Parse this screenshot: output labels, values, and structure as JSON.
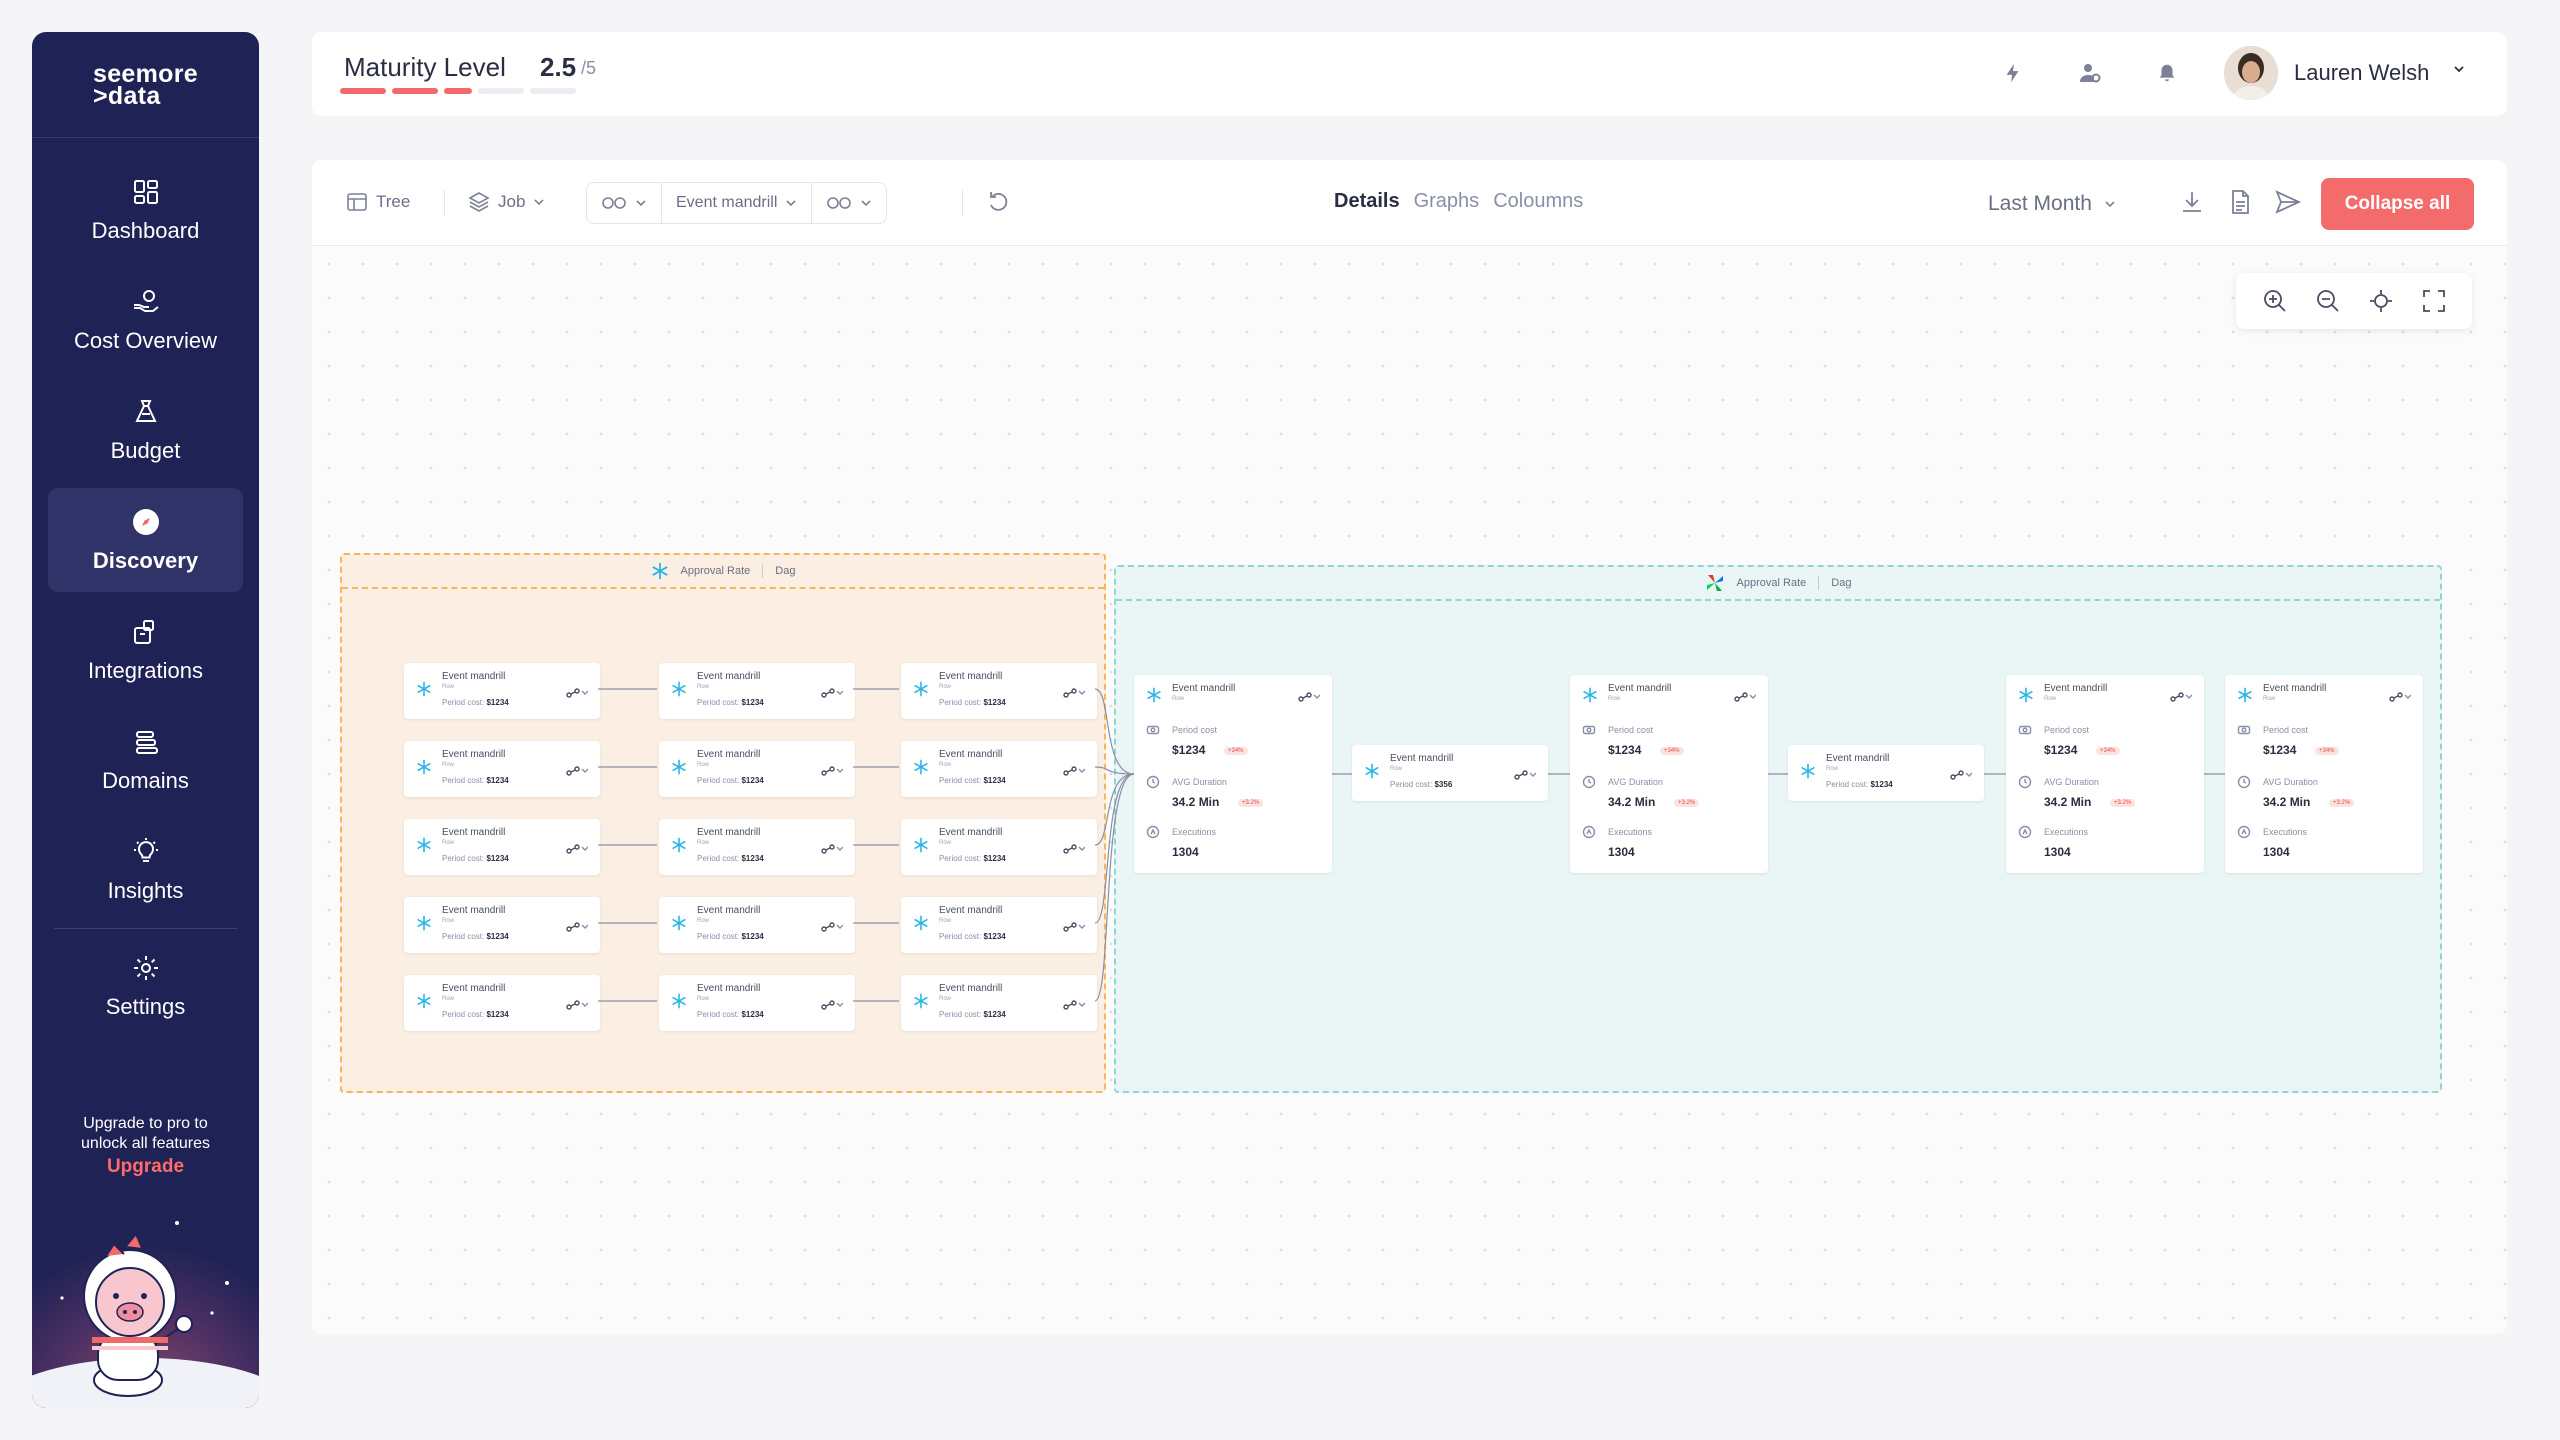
{
  "brand": {
    "line1": "seemore",
    "line2": ">data"
  },
  "sidebar": {
    "items": [
      {
        "label": "Dashboard",
        "icon": "dashboard-icon"
      },
      {
        "label": "Cost Overview",
        "icon": "cost-overview-icon"
      },
      {
        "label": "Budget",
        "icon": "budget-icon"
      },
      {
        "label": "Discovery",
        "icon": "discovery-icon",
        "active": true
      },
      {
        "label": "Integrations",
        "icon": "integrations-icon"
      },
      {
        "label": "Domains",
        "icon": "domains-icon"
      },
      {
        "label": "Insights",
        "icon": "insights-icon"
      },
      {
        "label": "Settings",
        "icon": "settings-icon"
      }
    ],
    "upgrade": {
      "line1": "Upgrade to pro to",
      "line2": "unlock all features",
      "link": "Upgrade"
    }
  },
  "header": {
    "maturity_label": "Maturity Level",
    "maturity_value": "2.5",
    "maturity_max": "/5",
    "maturity_level": 2.5,
    "user_name": "Lauren Welsh",
    "accent": "#f06a6a"
  },
  "toolbar": {
    "tree_label": "Tree",
    "job_label": "Job",
    "filter_selected": "Event mandrill",
    "tabs": [
      {
        "label": "Details",
        "active": true
      },
      {
        "label": "Graphs",
        "active": false
      },
      {
        "label": "Coloumns",
        "active": false
      }
    ],
    "period": "Last Month",
    "collapse_label": "Collapse all"
  },
  "canvas": {
    "group_left": {
      "title": "Approval Rate",
      "tag": "Dag"
    },
    "group_right": {
      "title": "Approval Rate",
      "tag": "Dag"
    },
    "small_card": {
      "title": "Event mandrill",
      "sub": "Row",
      "cost_label": "Period cost:",
      "cost_value": "$1234"
    },
    "mid_card": {
      "title": "Event mandrill",
      "sub": "Row",
      "cost_label": "Period cost:",
      "cost_value": "$356"
    },
    "large_card": {
      "title": "Event mandrill",
      "sub": "Row",
      "cost_label": "Period cost",
      "cost_value": "$1234",
      "cost_badge": "+34%",
      "duration_label": "AVG Duration",
      "duration_value": "34.2 Min",
      "duration_badge": "+3.2%",
      "exec_label": "Executions",
      "exec_value": "1304"
    }
  }
}
